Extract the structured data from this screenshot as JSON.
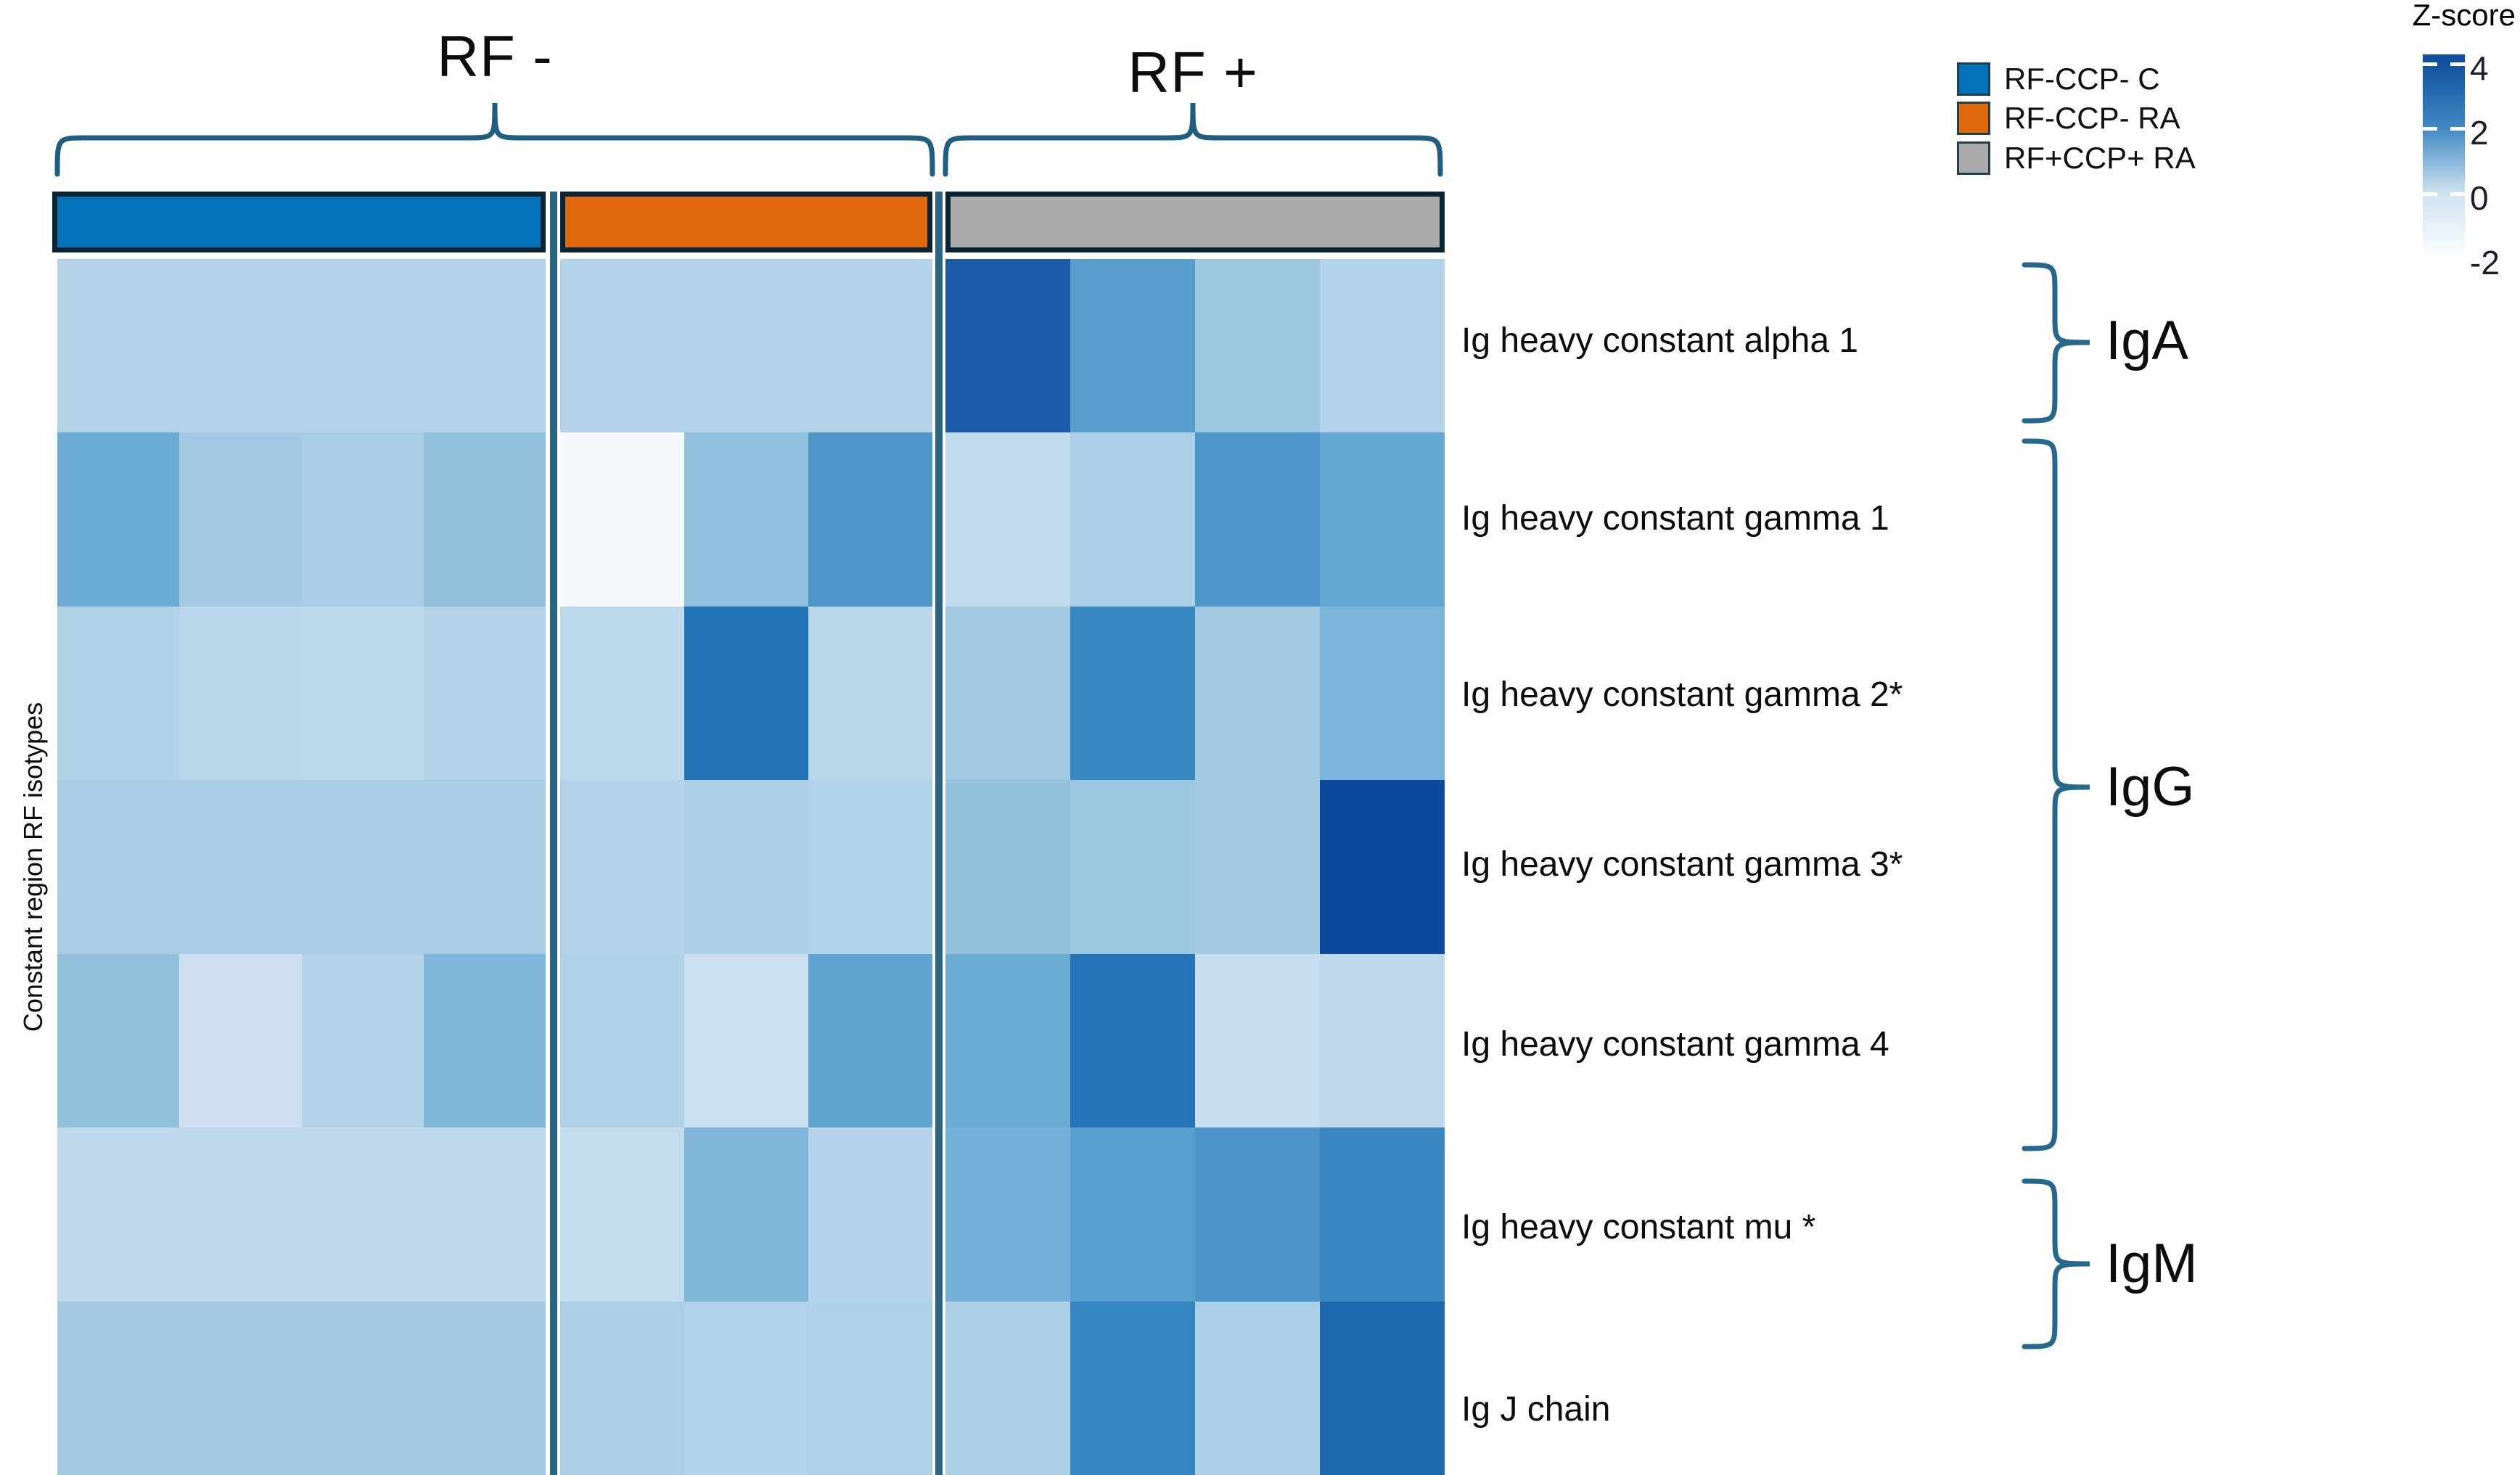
{
  "title_groups": {
    "rf_minus": "RF -",
    "rf_plus": "RF +"
  },
  "y_axis_label": "Constant region RF isotypes",
  "legend": {
    "items": [
      {
        "label": "RF-CCP- C",
        "color": "#0471bb"
      },
      {
        "label": "RF-CCP- RA",
        "color": "#df690b"
      },
      {
        "label": "RF+CCP+ RA",
        "color": "#ababab"
      }
    ]
  },
  "colorbar": {
    "title": "Z-score",
    "tick_labels": [
      "4",
      "2",
      "0",
      "-2"
    ],
    "top_color": "#0c4da0",
    "mid_color": "#4089c3",
    "zero_color": "#cfe3f1",
    "bottom_color": "#ffffff"
  },
  "row_groups": [
    {
      "label": "IgA",
      "row_indices": [
        0
      ]
    },
    {
      "label": "IgG",
      "row_indices": [
        1,
        2,
        3,
        4
      ]
    },
    {
      "label": "IgM",
      "row_indices": [
        5
      ]
    }
  ],
  "chart_data": {
    "type": "heatmap",
    "zlabel": "Z-score",
    "z_ticks": [
      4,
      2,
      0,
      -2
    ],
    "z_range": [
      -2,
      4
    ],
    "colormap": "white to dark blue (Blues)",
    "legend_position": "top-right",
    "column_groups": [
      {
        "name": "RF-CCP- C",
        "header_color": "#0471bb",
        "top_bracket": "RF -",
        "n_columns": 4
      },
      {
        "name": "RF-CCP- RA",
        "header_color": "#df690b",
        "top_bracket": "RF -",
        "n_columns": 3
      },
      {
        "name": "RF+CCP+ RA",
        "header_color": "#ababab",
        "top_bracket": "RF +",
        "n_columns": 4
      }
    ],
    "rows": [
      {
        "label": "Ig heavy constant alpha 1",
        "isotype_group": "IgA",
        "cell_colors": [
          "#b4d3e8",
          "#b4d3e8",
          "#b4d3e8",
          "#b4d3e8",
          "#b4d3e8",
          "#b4d3e8",
          "#b4d3e8",
          "#1a5aa6",
          "#579ecd",
          "#9cc6e0",
          "#b4d3e8"
        ],
        "approx_z": [
          0.2,
          0.2,
          0.2,
          0.2,
          0.2,
          0.2,
          0.2,
          3.4,
          1.8,
          0.7,
          0.2
        ]
      },
      {
        "label": "Ig heavy constant gamma 1",
        "isotype_group": "IgG",
        "cell_colors": [
          "#6cacd4",
          "#a4cbe3",
          "#a9cde4",
          "#93c0dc",
          "#f5f9fd",
          "#8fc0dd",
          "#4d97c9",
          "#c0dbed",
          "#abcfe6",
          "#4f97ca",
          "#64a8d2"
        ],
        "approx_z": [
          1.4,
          0.5,
          0.4,
          0.9,
          -1.6,
          0.9,
          2.0,
          -0.1,
          0.4,
          2.0,
          1.6
        ]
      },
      {
        "label": "Ig heavy constant gamma 2*",
        "isotype_group": "IgG",
        "cell_colors": [
          "#b2d2e7",
          "#bad6ea",
          "#bcd8eb",
          "#b6d4e9",
          "#bddaec",
          "#2272b6",
          "#bad7ea",
          "#a2cae3",
          "#3787c1",
          "#a5cbe4",
          "#7db4d9"
        ],
        "approx_z": [
          0.2,
          0.1,
          0.1,
          0.2,
          0.0,
          2.7,
          0.1,
          0.5,
          2.3,
          0.4,
          1.1
        ]
      },
      {
        "label": "Ig heavy constant gamma 3*",
        "isotype_group": "IgG",
        "cell_colors": [
          "#a9cde4",
          "#a9cde4",
          "#a9cde4",
          "#a9cde4",
          "#b4d3e8",
          "#aed0e6",
          "#b3d3e8",
          "#94c1dd",
          "#9dc7e1",
          "#a5cbe4",
          "#0c499c"
        ],
        "approx_z": [
          0.4,
          0.4,
          0.4,
          0.4,
          0.2,
          0.3,
          0.2,
          0.8,
          0.6,
          0.4,
          4.2
        ]
      },
      {
        "label": "Ig heavy constant gamma 4",
        "isotype_group": "IgG",
        "cell_colors": [
          "#92c1dd",
          "#cfe1f0",
          "#b4d3e8",
          "#7fb6da",
          "#b0d2e7",
          "#cbdfef",
          "#61a4d1",
          "#6cabd4",
          "#2573b8",
          "#c8ddef",
          "#bed9ec"
        ],
        "approx_z": [
          0.9,
          -0.5,
          0.2,
          1.2,
          0.3,
          -0.4,
          1.6,
          1.4,
          2.6,
          -0.3,
          0.0
        ]
      },
      {
        "label": "Ig heavy constant mu *",
        "isotype_group": "IgM",
        "cell_colors": [
          "#bed9eb",
          "#bed9eb",
          "#bed9eb",
          "#bed9eb",
          "#c4ddee",
          "#80b6da",
          "#b5d4e9",
          "#73afd6",
          "#58a0ce",
          "#4d94c8",
          "#3a86c0"
        ],
        "approx_z": [
          -0.1,
          -0.1,
          -0.1,
          -0.1,
          -0.2,
          1.2,
          0.1,
          1.3,
          1.7,
          2.0,
          2.4
        ]
      },
      {
        "label": "Ig J chain",
        "isotype_group": "",
        "cell_colors": [
          "#a4cbe3",
          "#a4cbe3",
          "#a4cbe3",
          "#a4cbe3",
          "#aed0e6",
          "#b3d3e8",
          "#b0d1e7",
          "#aed0e7",
          "#3585c1",
          "#aacfe6",
          "#1d68ae"
        ],
        "approx_z": [
          0.5,
          0.5,
          0.5,
          0.5,
          0.3,
          0.2,
          0.3,
          0.3,
          2.3,
          0.4,
          3.0
        ]
      }
    ]
  }
}
